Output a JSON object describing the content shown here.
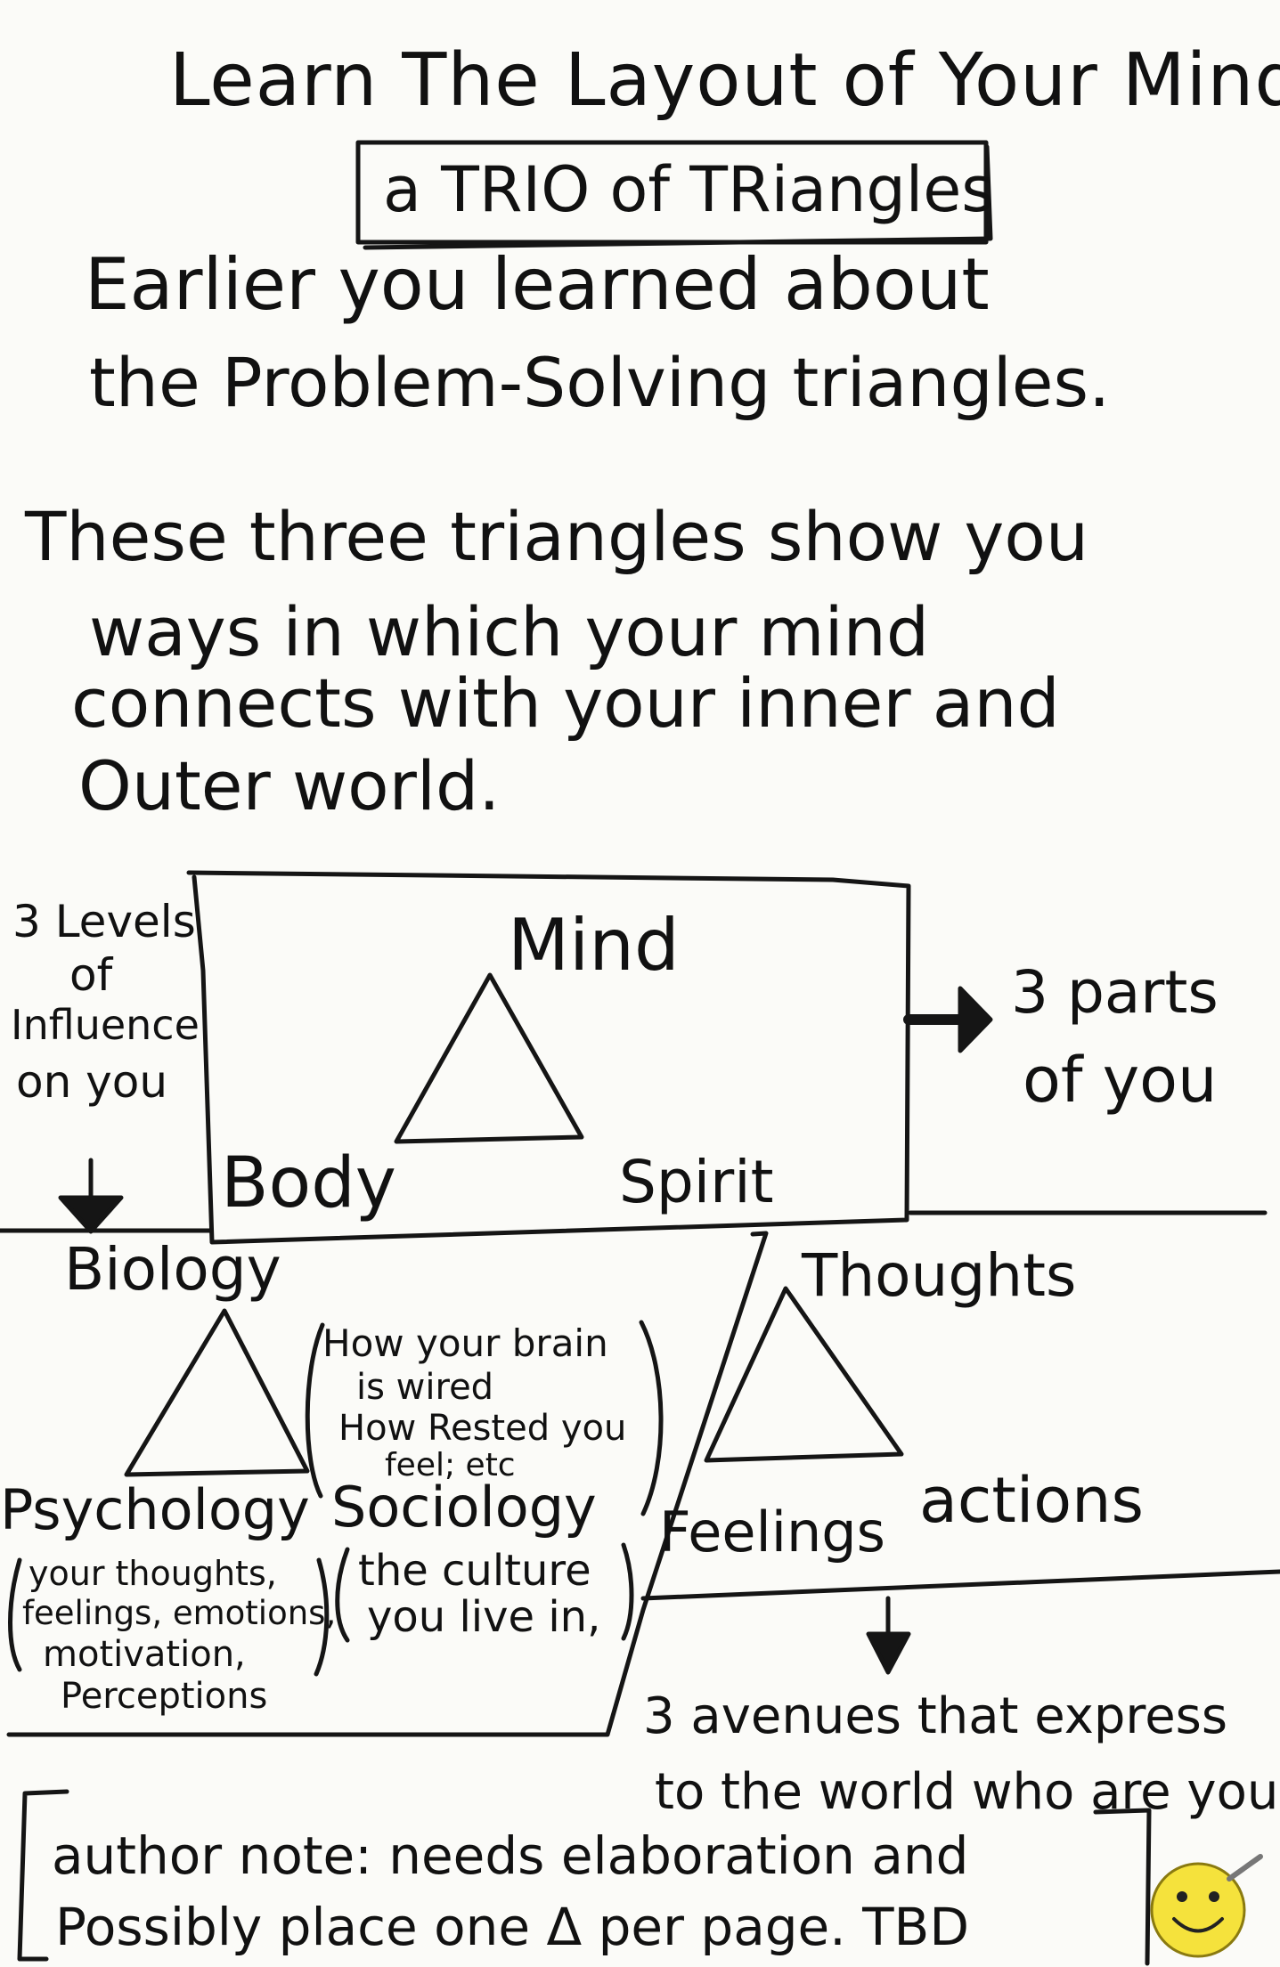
{
  "title": "Learn The Layout of Your Mind",
  "subtitle": "a TRIO of TRiangles",
  "intro": {
    "line1": "Earlier you learned about",
    "line2": "the Problem-Solving triangles."
  },
  "para": {
    "line1": "These three triangles show you",
    "line2": "ways in which your mind",
    "line3": "connects with your inner and",
    "line4": "Outer world."
  },
  "top_triangle": {
    "label_top": "Mind",
    "label_left": "Body",
    "label_right": "Spirit",
    "side_left": [
      "3 Levels",
      "of",
      "Influence",
      "on you"
    ],
    "side_right": [
      "3 parts",
      "of you"
    ]
  },
  "left_triangle": {
    "label_top": "Biology",
    "note_top": [
      "How your brain",
      "is wired",
      "How Rested you",
      "feel; etc"
    ],
    "label_left": "Psychology",
    "note_left": [
      "your thoughts,",
      "feelings, emotions,",
      "motivation,",
      "Perceptions"
    ],
    "label_right": "Sociology",
    "note_right": [
      "the culture",
      "you live in,"
    ]
  },
  "right_triangle": {
    "label_top": "Thoughts",
    "label_left": "Feelings",
    "label_right": "actions",
    "caption": [
      "3 avenues that express",
      "to the world who are you"
    ]
  },
  "author_note": {
    "line1": "author note: needs elaboration and",
    "line2": "Possibly place one Δ per page. TBD"
  },
  "colors": {
    "ink": "#111111",
    "paper": "#fbfbf8",
    "smiley": "#f5e23c"
  }
}
